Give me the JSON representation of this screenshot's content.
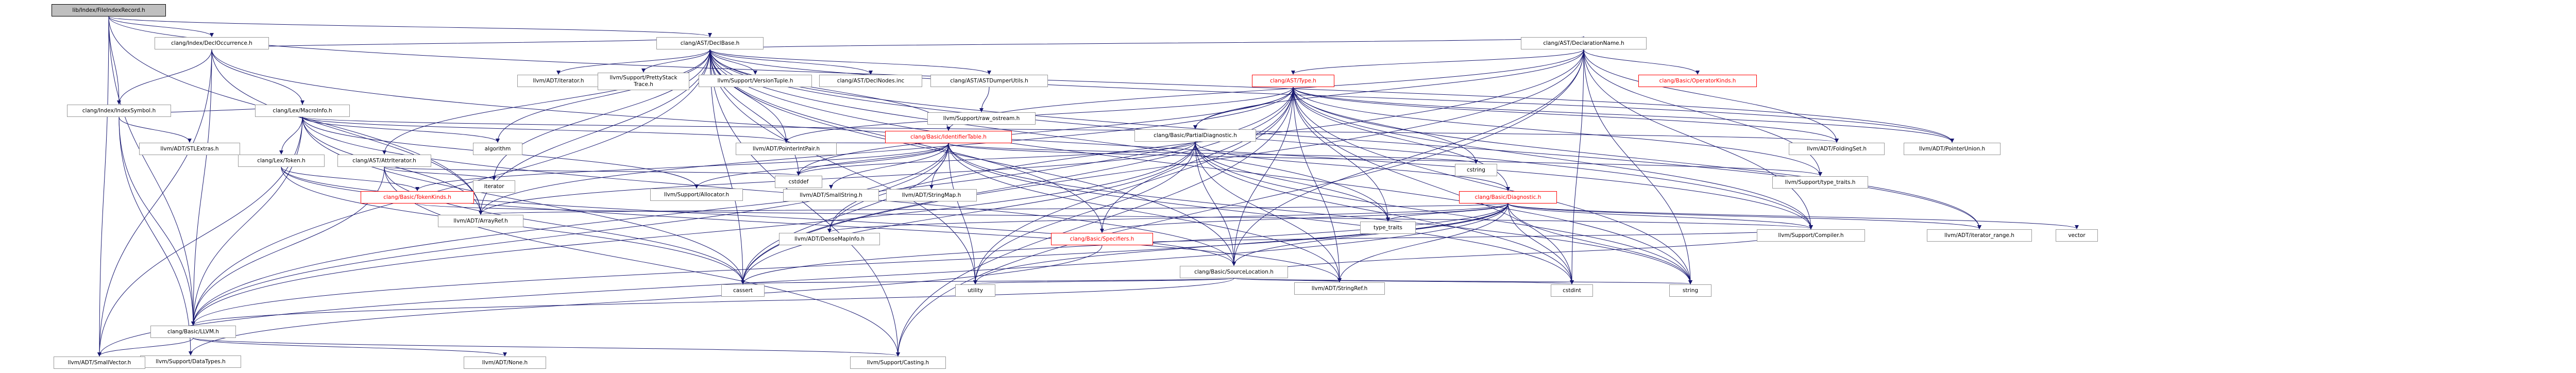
{
  "graph": {
    "colors": {
      "edge": "#191970",
      "node_border": "#999999",
      "root_fill": "#bfbfbf",
      "truncated_border": "#ff0000",
      "truncated_text": "#ff0000"
    },
    "nodes": [
      {
        "id": "root",
        "label": "lib/Index/FileIndexRecord.h",
        "kind": "root"
      },
      {
        "id": "declocc",
        "label": "clang/Index/DeclOccurrence.h"
      },
      {
        "id": "indexsym",
        "label": "clang/Index/IndexSymbol.h"
      },
      {
        "id": "declbase",
        "label": "clang/AST/DeclBase.h"
      },
      {
        "id": "macroinfo",
        "label": "clang/Lex/MacroInfo.h"
      },
      {
        "id": "stlextras",
        "label": "llvm/ADT/STLExtras.h"
      },
      {
        "id": "datatypes",
        "label": "llvm/Support/DataTypes.h"
      },
      {
        "id": "lexToken",
        "label": "clang/Lex/Token.h"
      },
      {
        "id": "attrit",
        "label": "clang/AST/AttrIterator.h"
      },
      {
        "id": "algorithm",
        "label": "algorithm"
      },
      {
        "id": "iterator",
        "label": "iterator"
      },
      {
        "id": "llvmh",
        "label": "clang/Basic/LLVM.h"
      },
      {
        "id": "smallvector",
        "label": "llvm/ADT/SmallVector.h"
      },
      {
        "id": "none",
        "label": "llvm/ADT/None.h"
      },
      {
        "id": "casting",
        "label": "llvm/Support/Casting.h"
      },
      {
        "id": "arrayref",
        "label": "llvm/ADT/ArrayRef.h"
      },
      {
        "id": "tokenkinds",
        "label": "clang/Basic/TokenKinds.h",
        "kind": "red"
      },
      {
        "id": "adtiter",
        "label": "llvm/ADT/iterator.h"
      },
      {
        "id": "prettystack",
        "label": "llvm/Support/PrettyStack\nTrace.h"
      },
      {
        "id": "versiontuple",
        "label": "llvm/Support/VersionTuple.h"
      },
      {
        "id": "declnodes",
        "label": "clang/AST/DeclNodes.inc"
      },
      {
        "id": "astdumper",
        "label": "clang/AST/ASTDumperUtils.h"
      },
      {
        "id": "rawostream",
        "label": "llvm/Support/raw_ostream.h"
      },
      {
        "id": "ptrintpair",
        "label": "llvm/ADT/PointerIntPair.h"
      },
      {
        "id": "declname",
        "label": "clang/AST/DeclarationName.h"
      },
      {
        "id": "asttype",
        "label": "clang/AST/Type.h",
        "kind": "red"
      },
      {
        "id": "identtable",
        "label": "clang/Basic/IdentifierTable.h",
        "kind": "red"
      },
      {
        "id": "opkinds",
        "label": "clang/Basic/OperatorKinds.h",
        "kind": "red"
      },
      {
        "id": "partialdiag",
        "label": "clang/Basic/PartialDiagnostic.h"
      },
      {
        "id": "basicdiag",
        "label": "clang/Basic/Diagnostic.h",
        "kind": "red"
      },
      {
        "id": "specifiers",
        "label": "clang/Basic/Specifiers.h",
        "kind": "red"
      },
      {
        "id": "srcloc",
        "label": "clang/Basic/SourceLocation.h"
      },
      {
        "id": "foldingset",
        "label": "llvm/ADT/FoldingSet.h"
      },
      {
        "id": "ptrunion",
        "label": "llvm/ADT/PointerUnion.h"
      },
      {
        "id": "typetraitsllvm",
        "label": "llvm/Support/type_traits.h"
      },
      {
        "id": "cstddef",
        "label": "cstddef"
      },
      {
        "id": "allocator",
        "label": "llvm/Support/Allocator.h"
      },
      {
        "id": "smallstring",
        "label": "llvm/ADT/SmallString.h"
      },
      {
        "id": "stringmap",
        "label": "llvm/ADT/StringMap.h"
      },
      {
        "id": "densemapinfo",
        "label": "llvm/ADT/DenseMapInfo.h"
      },
      {
        "id": "stringref",
        "label": "llvm/ADT/StringRef.h"
      },
      {
        "id": "cstring",
        "label": "cstring"
      },
      {
        "id": "typetraits",
        "label": "type_traits"
      },
      {
        "id": "compiler",
        "label": "llvm/Support/Compiler.h"
      },
      {
        "id": "iterrange",
        "label": "llvm/ADT/iterator_range.h"
      },
      {
        "id": "vector",
        "label": "vector"
      },
      {
        "id": "cassert",
        "label": "cassert"
      },
      {
        "id": "utility",
        "label": "utility"
      },
      {
        "id": "cstdint",
        "label": "cstdint"
      },
      {
        "id": "string",
        "label": "string"
      }
    ],
    "edges": [
      [
        "root",
        "declocc"
      ],
      [
        "root",
        "declbase"
      ],
      [
        "root",
        "indexsym"
      ],
      [
        "root",
        "llvmh"
      ],
      [
        "root",
        "smallvector"
      ],
      [
        "root",
        "arrayref"
      ],
      [
        "root",
        "ptrunion"
      ],
      [
        "declocc",
        "declbase"
      ],
      [
        "declocc",
        "indexsym"
      ],
      [
        "declocc",
        "macroinfo"
      ],
      [
        "declocc",
        "llvmh"
      ],
      [
        "declocc",
        "smallvector"
      ],
      [
        "declocc",
        "arrayref"
      ],
      [
        "declocc",
        "compiler"
      ],
      [
        "indexsym",
        "macroinfo"
      ],
      [
        "indexsym",
        "llvmh"
      ],
      [
        "indexsym",
        "stlextras"
      ],
      [
        "indexsym",
        "datatypes"
      ],
      [
        "macroinfo",
        "lexToken"
      ],
      [
        "macroinfo",
        "llvmh"
      ],
      [
        "macroinfo",
        "srcloc"
      ],
      [
        "macroinfo",
        "arrayref"
      ],
      [
        "macroinfo",
        "foldingset"
      ],
      [
        "macroinfo",
        "ptrintpair"
      ],
      [
        "macroinfo",
        "smallvector"
      ],
      [
        "macroinfo",
        "allocator"
      ],
      [
        "macroinfo",
        "algorithm"
      ],
      [
        "macroinfo",
        "cassert"
      ],
      [
        "lexToken",
        "tokenkinds"
      ],
      [
        "lexToken",
        "srcloc"
      ],
      [
        "lexToken",
        "stringref"
      ],
      [
        "lexToken",
        "cassert"
      ],
      [
        "attrit",
        "llvmh"
      ],
      [
        "attrit",
        "casting"
      ],
      [
        "attrit",
        "cassert"
      ],
      [
        "attrit",
        "cstddef"
      ],
      [
        "attrit",
        "iterator"
      ],
      [
        "declbase",
        "attrit"
      ],
      [
        "declbase",
        "declname"
      ],
      [
        "declbase",
        "declnodes"
      ],
      [
        "declbase",
        "astdumper"
      ],
      [
        "declbase",
        "identtable"
      ],
      [
        "declbase",
        "llvmh"
      ],
      [
        "declbase",
        "specifiers"
      ],
      [
        "declbase",
        "srcloc"
      ],
      [
        "declbase",
        "arrayref"
      ],
      [
        "declbase",
        "ptrintpair"
      ],
      [
        "declbase",
        "ptrunion"
      ],
      [
        "declbase",
        "adtiter"
      ],
      [
        "declbase",
        "iterrange"
      ],
      [
        "declbase",
        "casting"
      ],
      [
        "declbase",
        "compiler"
      ],
      [
        "declbase",
        "prettystack"
      ],
      [
        "declbase",
        "versiontuple"
      ],
      [
        "declbase",
        "algorithm"
      ],
      [
        "declbase",
        "cassert"
      ],
      [
        "declbase",
        "cstddef"
      ],
      [
        "declbase",
        "iterator"
      ],
      [
        "declbase",
        "string"
      ],
      [
        "declbase",
        "typetraits"
      ],
      [
        "declbase",
        "utility"
      ],
      [
        "astdumper",
        "rawostream"
      ],
      [
        "declname",
        "asttype"
      ],
      [
        "declname",
        "identtable"
      ],
      [
        "declname",
        "opkinds"
      ],
      [
        "declname",
        "partialdiag"
      ],
      [
        "declname",
        "srcloc"
      ],
      [
        "declname",
        "densemapinfo"
      ],
      [
        "declname",
        "foldingset"
      ],
      [
        "declname",
        "casting"
      ],
      [
        "declname",
        "compiler"
      ],
      [
        "declname",
        "typetraitsllvm"
      ],
      [
        "declname",
        "cassert"
      ],
      [
        "declname",
        "cstdint"
      ],
      [
        "declname",
        "string"
      ],
      [
        "asttype",
        "basicdiag"
      ],
      [
        "asttype",
        "partialdiag"
      ],
      [
        "asttype",
        "specifiers"
      ],
      [
        "asttype",
        "srcloc"
      ],
      [
        "asttype",
        "llvmh"
      ],
      [
        "asttype",
        "arrayref"
      ],
      [
        "asttype",
        "foldingset"
      ],
      [
        "asttype",
        "ptrintpair"
      ],
      [
        "asttype",
        "ptrunion"
      ],
      [
        "asttype",
        "stringref"
      ],
      [
        "asttype",
        "iterrange"
      ],
      [
        "asttype",
        "casting"
      ],
      [
        "asttype",
        "compiler"
      ],
      [
        "asttype",
        "typetraitsllvm"
      ],
      [
        "asttype",
        "cassert"
      ],
      [
        "asttype",
        "cstddef"
      ],
      [
        "asttype",
        "cstdint"
      ],
      [
        "asttype",
        "cstring"
      ],
      [
        "asttype",
        "string"
      ],
      [
        "asttype",
        "typetraits"
      ],
      [
        "asttype",
        "utility"
      ],
      [
        "identtable",
        "tokenkinds"
      ],
      [
        "identtable",
        "llvmh"
      ],
      [
        "identtable",
        "densemapinfo"
      ],
      [
        "identtable",
        "ptrintpair"
      ],
      [
        "identtable",
        "smallstring"
      ],
      [
        "identtable",
        "stringmap"
      ],
      [
        "identtable",
        "stringref"
      ],
      [
        "identtable",
        "allocator"
      ],
      [
        "identtable",
        "typetraitsllvm"
      ],
      [
        "identtable",
        "cassert"
      ],
      [
        "identtable",
        "cstddef"
      ],
      [
        "identtable",
        "cstdint"
      ],
      [
        "identtable",
        "cstring"
      ],
      [
        "identtable",
        "string"
      ],
      [
        "identtable",
        "utility"
      ],
      [
        "partialdiag",
        "basicdiag"
      ],
      [
        "partialdiag",
        "llvmh"
      ],
      [
        "partialdiag",
        "srcloc"
      ],
      [
        "partialdiag",
        "arrayref"
      ],
      [
        "partialdiag",
        "stringref"
      ],
      [
        "partialdiag",
        "cassert"
      ],
      [
        "partialdiag",
        "cstdint"
      ],
      [
        "partialdiag",
        "string"
      ],
      [
        "partialdiag",
        "typetraits"
      ],
      [
        "partialdiag",
        "utility"
      ],
      [
        "partialdiag",
        "cstddef"
      ],
      [
        "basicdiag",
        "specifiers"
      ],
      [
        "basicdiag",
        "srcloc"
      ],
      [
        "basicdiag",
        "llvmh"
      ],
      [
        "basicdiag",
        "arrayref"
      ],
      [
        "basicdiag",
        "densemapinfo"
      ],
      [
        "basicdiag",
        "iterrange"
      ],
      [
        "basicdiag",
        "stringref"
      ],
      [
        "basicdiag",
        "compiler"
      ],
      [
        "basicdiag",
        "cassert"
      ],
      [
        "basicdiag",
        "cstdint"
      ],
      [
        "basicdiag",
        "string"
      ],
      [
        "basicdiag",
        "typetraits"
      ],
      [
        "basicdiag",
        "utility"
      ],
      [
        "basicdiag",
        "vector"
      ],
      [
        "basicdiag",
        "smallvector"
      ],
      [
        "srcloc",
        "llvmh"
      ],
      [
        "srcloc",
        "stringref"
      ],
      [
        "srcloc",
        "cassert"
      ],
      [
        "srcloc",
        "cstdint"
      ],
      [
        "srcloc",
        "string"
      ],
      [
        "srcloc",
        "utility"
      ],
      [
        "srcloc",
        "compiler"
      ],
      [
        "specifiers",
        "compiler"
      ],
      [
        "specifiers",
        "datatypes"
      ],
      [
        "llvmh",
        "none"
      ],
      [
        "llvmh",
        "casting"
      ],
      [
        "llvmh",
        "smallvector"
      ],
      [
        "tokenkinds",
        "compiler"
      ]
    ]
  }
}
